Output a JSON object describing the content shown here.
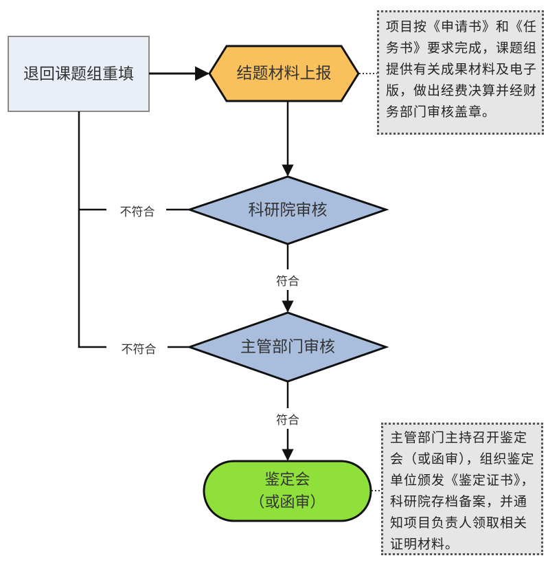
{
  "nodes": {
    "return_box": {
      "label": "退回课题组重填",
      "shape": "rectangle",
      "fill": "#e9eef7"
    },
    "submit": {
      "label": "结题材料上报",
      "shape": "hexagon",
      "fill": "#f8c15c"
    },
    "review_institute": {
      "label": "科研院审核",
      "shape": "diamond",
      "fill": "#a9bddd"
    },
    "review_department": {
      "label": "主管部门审核",
      "shape": "diamond",
      "fill": "#a9bddd"
    },
    "appraisal": {
      "label": "鉴定会\n（或函审）",
      "shape": "terminator",
      "fill": "#8fe03a"
    }
  },
  "edge_labels": {
    "reject_1": "不符合",
    "reject_2": "不符合",
    "pass_1": "符合",
    "pass_2": "符合"
  },
  "notes": {
    "submit_note": "项目按《申请书》和《任务书》要求完成，课题组提供有关成果材料及电子版，做出经费决算并经财务部门审核盖章。",
    "appraisal_note": "主管部门主持召开鉴定会（或函审），组织鉴定单位颁发《鉴定证书》，科研院存档备案，并通知项目负责人领取相关证明材料。"
  },
  "colors": {
    "line": "#111111",
    "note_fill": "#e6e6e6",
    "rect_border": "#8a8a8a"
  }
}
